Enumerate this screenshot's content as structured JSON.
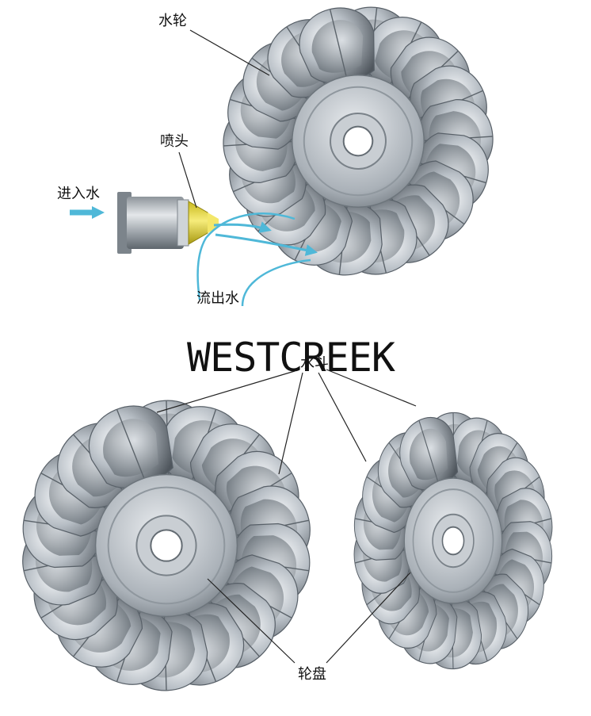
{
  "labels": {
    "water_wheel": "水轮",
    "nozzle": "喷头",
    "inlet_water": "进入水",
    "outlet_water": "流出水",
    "brand": "WESTCREEK",
    "bucket": "水斗",
    "wheel_disc": "轮盘"
  },
  "colors": {
    "steel_light": "#e6e9ec",
    "steel_mid": "#a4abb2",
    "steel_dark": "#4f565d",
    "water_flow": "#4fb8d8",
    "nozzle_yellow": "#e3d43a",
    "leader_line": "#222222"
  }
}
